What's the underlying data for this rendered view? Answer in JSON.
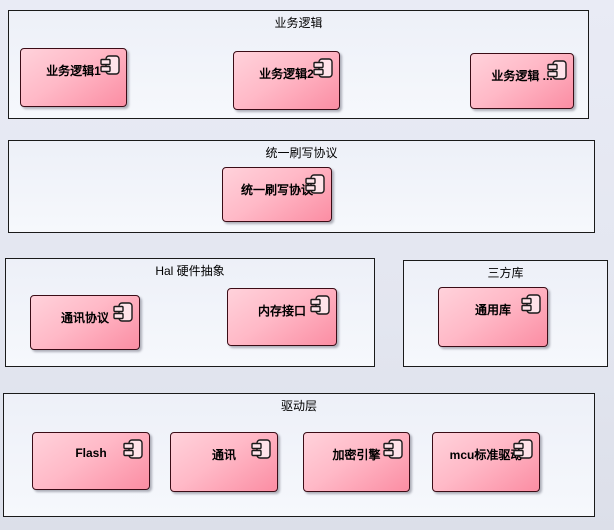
{
  "diagram": {
    "type": "uml-component-diagram",
    "colors": {
      "page_background_top": "#e9ebf5",
      "page_background_bottom": "#dcdfe9",
      "boundary_fill": "#f0f3fa",
      "boundary_border": "#1a1a1a",
      "component_fill_light": "#ffd2db",
      "component_fill_dark": "#fb8da3",
      "component_border": "#3b0c16",
      "text_color": "#000000"
    },
    "containers": [
      {
        "title": "业务逻辑",
        "components": [
          {
            "label": "业务逻辑1"
          },
          {
            "label": "业务逻辑2"
          },
          {
            "label": "业务逻辑 ..."
          }
        ]
      },
      {
        "title": "统一刷写协议",
        "components": [
          {
            "label": "统一刷写协议"
          }
        ]
      },
      {
        "title": "Hal 硬件抽象",
        "components": [
          {
            "label": "通讯协议"
          },
          {
            "label": "内存接口"
          }
        ]
      },
      {
        "title": "三方库",
        "components": [
          {
            "label": "通用库"
          }
        ]
      },
      {
        "title": "驱动层",
        "components": [
          {
            "label": "Flash"
          },
          {
            "label": "通讯"
          },
          {
            "label": "加密引擎"
          },
          {
            "label": "mcu标准驱动"
          }
        ]
      }
    ]
  }
}
